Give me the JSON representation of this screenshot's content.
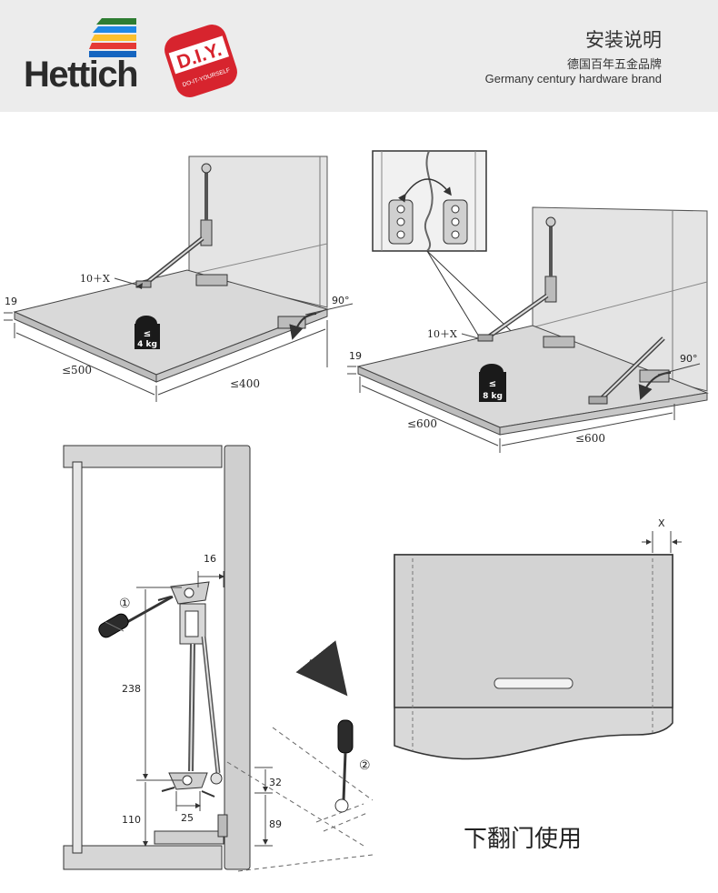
{
  "header": {
    "brand": "Hettich",
    "badge_main": "D.I.Y.",
    "badge_sub": "DO-IT-YOURSELF",
    "title": "安装说明",
    "subtitle_cn": "德国百年五金品牌",
    "subtitle_en": "Germany century hardware brand"
  },
  "diagram_left": {
    "label_thickness": "19",
    "label_offset": "10＋X",
    "label_width": "≤500",
    "label_depth": "≤400",
    "label_angle": "90°",
    "weight_limit": "≤",
    "weight_value": "4 kg"
  },
  "diagram_right": {
    "label_thickness": "19",
    "label_offset": "10＋X",
    "label_width": "≤600",
    "label_depth": "≤600",
    "label_angle": "90°",
    "weight_limit": "≤",
    "weight_value": "8 kg"
  },
  "diagram_side": {
    "dim_16": "16",
    "dim_238": "238",
    "dim_110": "110",
    "dim_25": "25",
    "dim_32": "32",
    "dim_89": "89",
    "step_1": "①",
    "step_2": "②"
  },
  "diagram_front": {
    "dim_x": "X"
  },
  "caption": "下翻门使用",
  "colors": {
    "header_bg": "#ececec",
    "panel_fill": "#dcdcdc",
    "line": "#333333",
    "diy_red": "#d7242e"
  }
}
